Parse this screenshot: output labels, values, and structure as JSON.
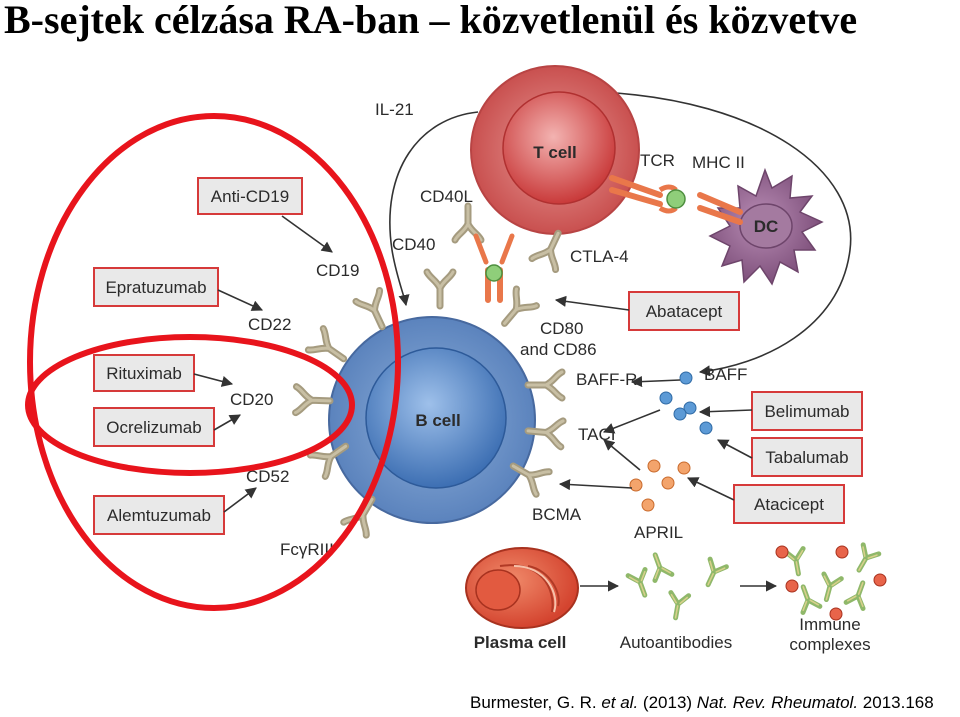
{
  "title": "B-sejtek célzása RA-ban – közvetlenül és közvetve",
  "citation": {
    "authors": "Burmester, G. R.",
    "etal": "et al.",
    "year": "(2013)",
    "journal": "Nat. Rev. Rheumatol.",
    "ref": "2013.168"
  },
  "cells": {
    "t_cell": "T cell",
    "b_cell": "B cell",
    "dc": "DC",
    "plasma_cell": "Plasma cell"
  },
  "receptors": {
    "il21": "IL-21",
    "tcr": "TCR",
    "mhc2": "MHC II",
    "cd40l": "CD40L",
    "cd40": "CD40",
    "ctla4": "CTLA-4",
    "cd19": "CD19",
    "cd22": "CD22",
    "cd20": "CD20",
    "cd52": "CD52",
    "fcgr": "FcγRIII",
    "cd80": "CD80",
    "cd86": "and CD86",
    "baffr": "BAFF-R",
    "baff": "BAFF",
    "taci": "TACI",
    "bcma": "BCMA",
    "april": "APRIL",
    "autoantibodies": "Autoantibodies",
    "immune1": "Immune",
    "immune2": "complexes"
  },
  "drugs": {
    "anti_cd19": "Anti-CD19",
    "epratuzumab": "Epratuzumab",
    "rituximab": "Rituximab",
    "ocrelizumab": "Ocrelizumab",
    "alemtuzumab": "Alemtuzumab",
    "abatacept": "Abatacept",
    "belimumab": "Belimumab",
    "tabalumab": "Tabalumab",
    "atacicept": "Atacicept"
  },
  "colors": {
    "highlight": "#e8141c",
    "drug_border": "#d63a3a",
    "b_cell": "#3f74b8",
    "t_cell": "#c63c3c",
    "dc": "#8c5c88",
    "receptor": "#a59b7f"
  }
}
